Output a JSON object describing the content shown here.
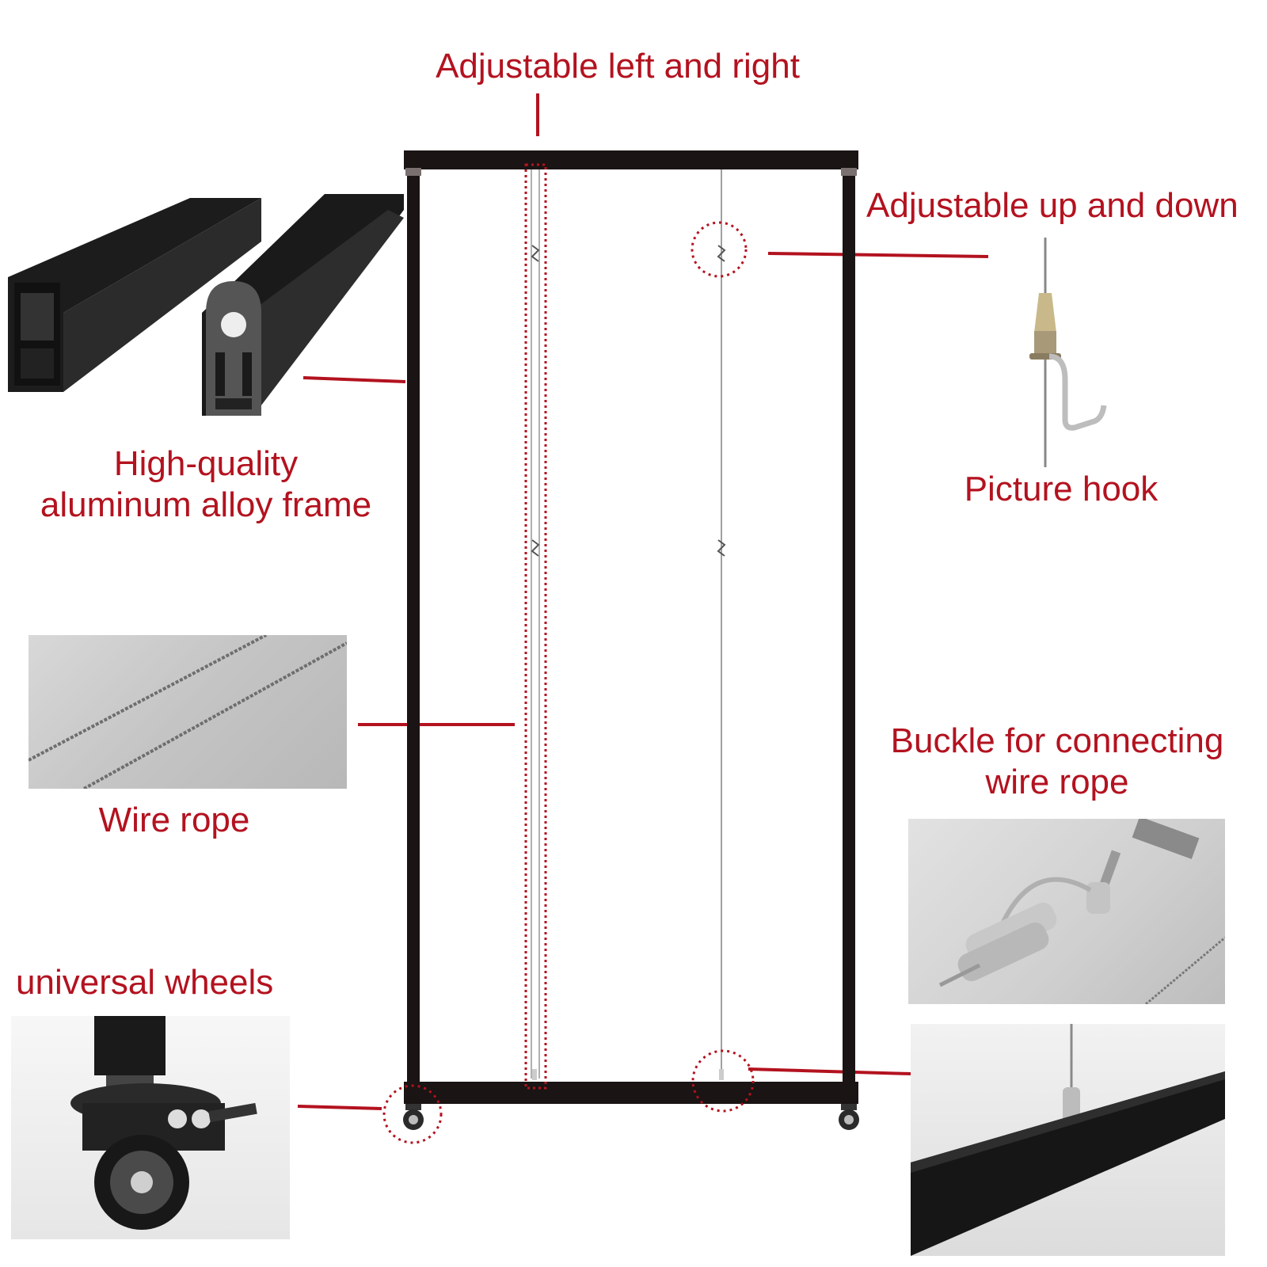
{
  "callouts": {
    "adjustable_lr": "Adjustable left and right",
    "adjustable_ud": "Adjustable up and down",
    "frame_line1": "High-quality",
    "frame_line2": "aluminum alloy frame",
    "picture_hook": "Picture hook",
    "wire_rope": "Wire rope",
    "buckle_line1": "Buckle for connecting",
    "buckle_line2": "wire rope",
    "wheels": "universal wheels"
  },
  "colors": {
    "label_red": "#b3121f",
    "frame_black": "#1a1414",
    "wire_gray": "#9a9a9a"
  },
  "icons": [
    "aluminum-profile-icon",
    "picture-hook-icon",
    "wire-rope-icon",
    "buckle-icon",
    "caster-wheel-icon"
  ]
}
